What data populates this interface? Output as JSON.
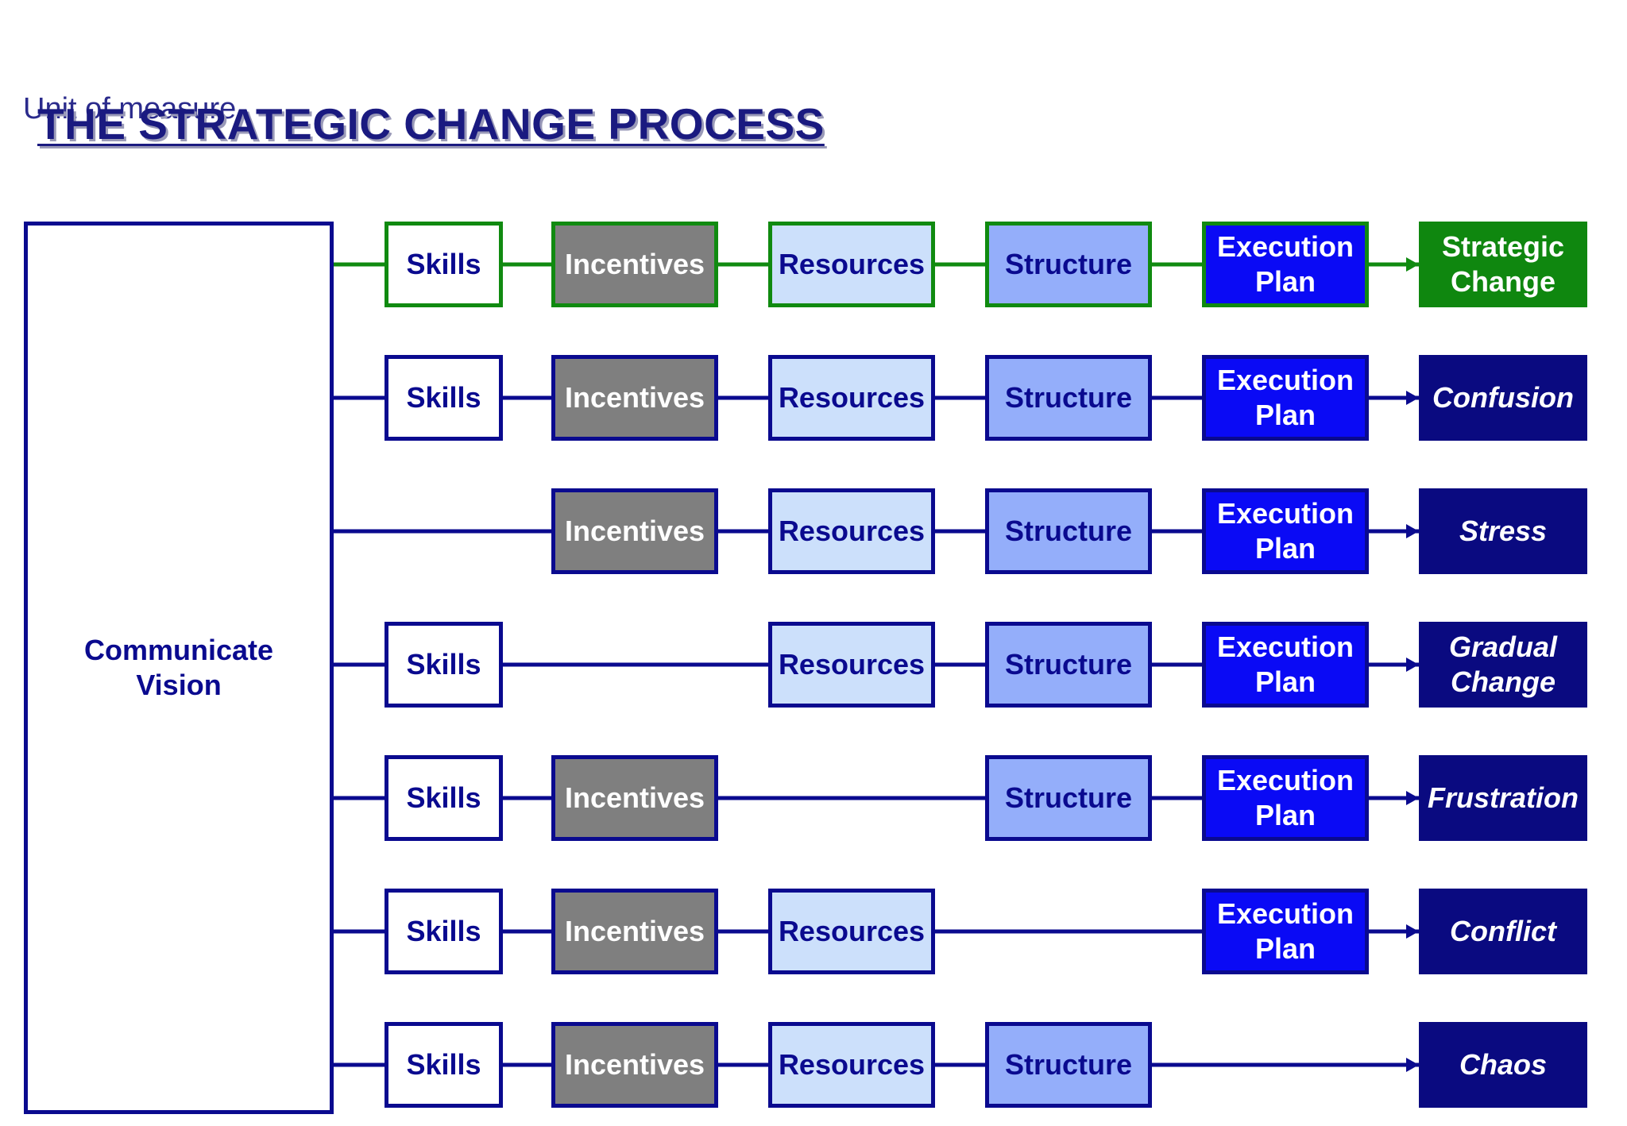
{
  "unit_label": "Unit of measure",
  "title": "THE STRATEGIC CHANGE PROCESS",
  "vision_label": "Communicate\nVision",
  "colors": {
    "navy": "#0a0a8f",
    "green": "#108a10",
    "skills": "#ffffff",
    "incentives": "#7f7f7f",
    "resources": "#cce0fb",
    "structure": "#94aefa",
    "execution": "#0a0af5",
    "outcome": "#0a0a80",
    "outcome_success": "#0f870f"
  },
  "columns": [
    {
      "key": "skills",
      "label": "Skills"
    },
    {
      "key": "incentives",
      "label": "Incentives"
    },
    {
      "key": "resources",
      "label": "Resources"
    },
    {
      "key": "structure",
      "label": "Structure"
    },
    {
      "key": "execution",
      "label": "Execution\nPlan"
    }
  ],
  "rows": [
    {
      "present": [
        true,
        true,
        true,
        true,
        true
      ],
      "outcome": "Strategic\nChange",
      "success": true
    },
    {
      "present": [
        true,
        true,
        true,
        true,
        true
      ],
      "outcome": "Confusion",
      "success": false
    },
    {
      "present": [
        false,
        true,
        true,
        true,
        true
      ],
      "outcome": "Stress",
      "success": false
    },
    {
      "present": [
        true,
        false,
        true,
        true,
        true
      ],
      "outcome": "Gradual\nChange",
      "success": false
    },
    {
      "present": [
        true,
        true,
        false,
        true,
        true
      ],
      "outcome": "Frustration",
      "success": false
    },
    {
      "present": [
        true,
        true,
        true,
        false,
        true
      ],
      "outcome": "Conflict",
      "success": false
    },
    {
      "present": [
        true,
        true,
        true,
        true,
        false
      ],
      "outcome": "Chaos",
      "success": false
    }
  ]
}
